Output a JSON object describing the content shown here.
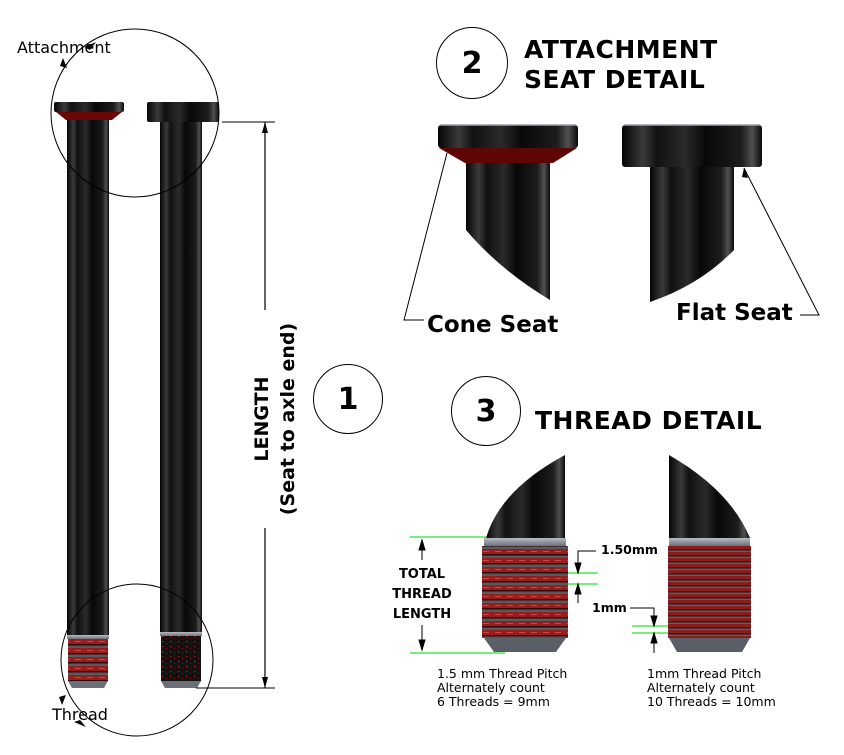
{
  "callouts": {
    "one": "1",
    "two": "2",
    "three": "3"
  },
  "overview": {
    "attachment_label": "Attachment",
    "thread_label": "Thread",
    "length_label_line1": "LENGTH",
    "length_label_line2": "(Seat to axle end)"
  },
  "attachment_detail": {
    "title_line1": "ATTACHMENT",
    "title_line2": "SEAT DETAIL",
    "cone_seat_label": "Cone Seat",
    "flat_seat_label": "Flat Seat"
  },
  "thread_detail": {
    "title": "THREAD DETAIL",
    "total_thread_length_line1": "TOTAL",
    "total_thread_length_line2": "THREAD",
    "total_thread_length_line3": "LENGTH",
    "dim_coarse": "1.50mm",
    "dim_fine": "1mm",
    "note_coarse_line1": "1.5 mm Thread Pitch",
    "note_coarse_line2": "Alternately count",
    "note_coarse_line3": "6 Threads = 9mm",
    "note_fine_line1": "1mm Thread Pitch",
    "note_fine_line2": "Alternately count",
    "note_fine_line3": "10 Threads = 10mm"
  },
  "colors": {
    "axle_body": "#0b0b0b",
    "seat_red": "#6b0707",
    "thread_red": "#8e1b1b",
    "dimension_green": "#2fe02f",
    "line": "#000000"
  }
}
